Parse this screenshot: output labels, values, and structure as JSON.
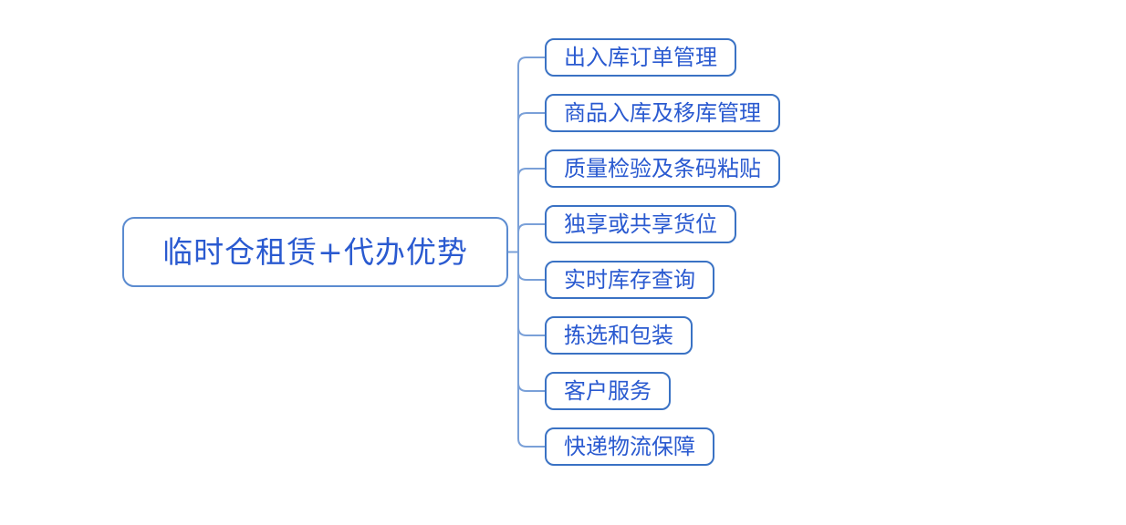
{
  "diagram": {
    "type": "mindmap",
    "root": {
      "label": "临时仓租赁+代办优势"
    },
    "children": [
      {
        "label": "出入库订单管理"
      },
      {
        "label": "商品入库及移库管理"
      },
      {
        "label": "质量检验及条码粘贴"
      },
      {
        "label": "独享或共享货位"
      },
      {
        "label": "实时库存查询"
      },
      {
        "label": "拣选和包装"
      },
      {
        "label": "客户服务"
      },
      {
        "label": "快递物流保障"
      }
    ]
  },
  "colors": {
    "background": "#ffffff",
    "node_fill": "#ffffff",
    "root_border": "#5b8bd0",
    "child_border": "#3a72c4",
    "text": "#2a5ad0",
    "connector": "#7aa0d8"
  }
}
